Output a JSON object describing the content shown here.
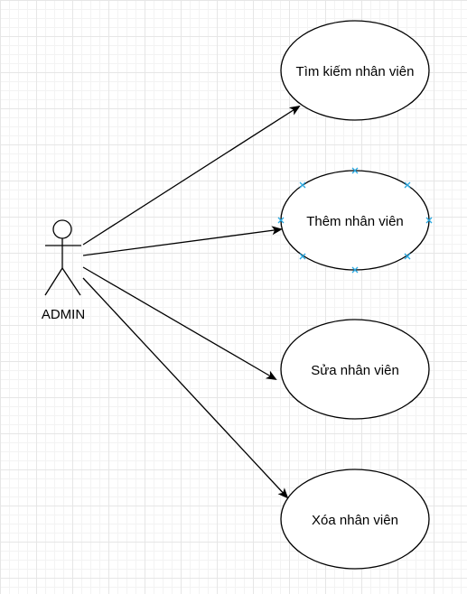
{
  "actor": {
    "label": "ADMIN"
  },
  "use_cases": [
    {
      "label": "Tìm kiếm nhân viên"
    },
    {
      "label": "Thêm nhân viên"
    },
    {
      "label": "Sửa nhân viên"
    },
    {
      "label": "Xóa nhân viên"
    }
  ],
  "colors": {
    "stroke": "#000000",
    "selection": "#29a8e0",
    "grid": "#e6e6e6"
  }
}
